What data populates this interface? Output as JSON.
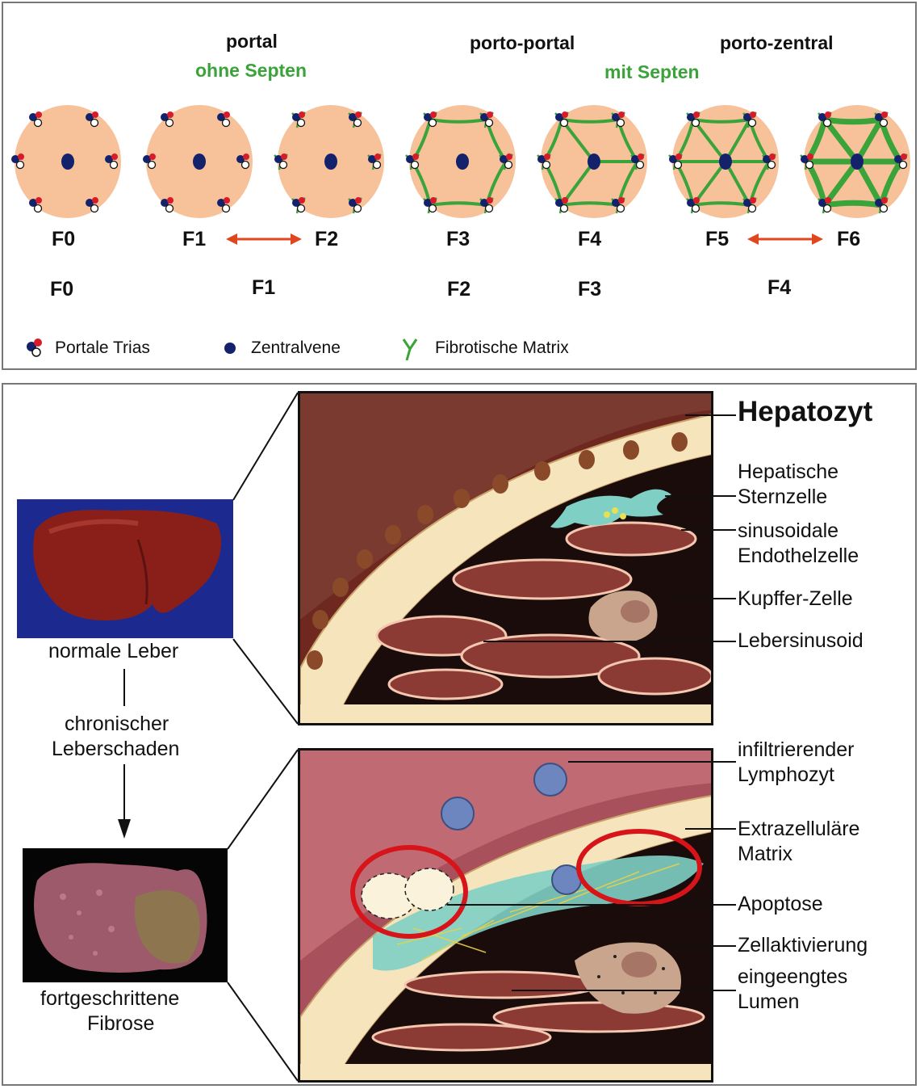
{
  "top": {
    "headers": {
      "portal": "portal",
      "ohne_septen": "ohne Septen",
      "porto_portal": "porto-portal",
      "mit_septen": "mit Septen",
      "porto_zentral": "porto-zentral"
    },
    "stages": [
      "F0",
      "F1",
      "F2",
      "F3",
      "F4",
      "F5",
      "F6"
    ],
    "fibrosis_level": [
      0,
      0,
      1,
      2,
      3,
      4,
      5
    ],
    "alt_stages": [
      "F0",
      "F1",
      "F2",
      "F3",
      "F4"
    ],
    "legend": {
      "portal_trias": "Portale Trias",
      "zentralvene": "Zentralvene",
      "fibrotische_matrix": "Fibrotische Matrix"
    },
    "colors": {
      "lobule": "#f7c29a",
      "central_vein": "#13226b",
      "portal_red": "#d81b2a",
      "fibrosis": "#3aa339",
      "arrow": "#e0471f"
    }
  },
  "bottom": {
    "normal_liver": "normale Leber",
    "arrow_label_1": "chronischer",
    "arrow_label_2": "Leberschaden",
    "fibrosis_1": "fortgeschrittene",
    "fibrosis_2": "Fibrose",
    "upper_labels": {
      "hepatozyt": "Hepatozyt",
      "sternzelle_1": "Hepatische",
      "sternzelle_2": "Sternzelle",
      "endothel_1": "sinusoidale",
      "endothel_2": "Endothelzelle",
      "kupffer": "Kupffer-Zelle",
      "sinusoid": "Lebersinusoid"
    },
    "lower_labels": {
      "lymph_1": "infiltrierender",
      "lymph_2": "Lymphozyt",
      "ecm_1": "Extrazelluläre",
      "ecm_2": "Matrix",
      "apoptose": "Apoptose",
      "aktivierung": "Zellaktivierung",
      "lumen_1": "eingeengtes",
      "lumen_2": "Lumen"
    },
    "colors": {
      "photo_bg_blue": "#1c2a8f",
      "liver_red": "#8a1f1a",
      "hepatocyte": "#f6e4bd",
      "sinusoid": "#8c3a34",
      "stellate": "#7fcfc4",
      "kupffer": "#c9a58d",
      "lymphocyte": "#6d86bf",
      "highlight_ring": "#d8141b"
    }
  }
}
